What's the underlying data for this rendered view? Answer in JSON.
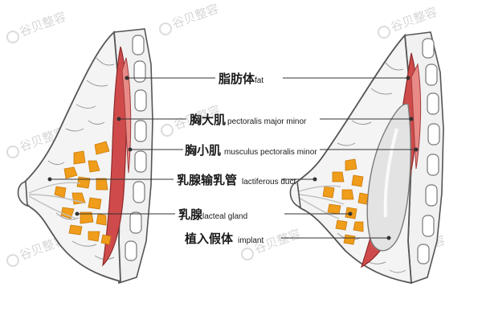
{
  "labels": [
    {
      "zh": "脂肪体",
      "en": "fat"
    },
    {
      "zh": "胸大肌",
      "en": "pectoralis major minor"
    },
    {
      "zh": "胸小肌",
      "en": "musculus pectoralis minor"
    },
    {
      "zh": "乳腺输乳管",
      "en": "lactiferous duct"
    },
    {
      "zh": "乳腺",
      "en": "lacteal gland"
    },
    {
      "zh": "植入假体",
      "en": "implant"
    }
  ],
  "watermark": "谷贝整容",
  "colors": {
    "outline": "#555555",
    "muscle": "#cf4b4b",
    "muscle_light": "#e98a86",
    "gland": "#ef9d1a",
    "implant": "#e3e3e3",
    "leader": "#333333"
  }
}
